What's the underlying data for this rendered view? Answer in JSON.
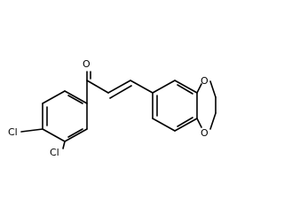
{
  "molecule": {
    "atoms": {
      "carbonyl_oxygen": "O",
      "chlorine_para": "Cl",
      "chlorine_meta": "Cl",
      "dioxole_oxygen_upper": "O",
      "dioxole_oxygen_lower": "O"
    },
    "colors": {
      "bond": "#000000",
      "label": "#000000",
      "background": "#ffffff"
    }
  }
}
